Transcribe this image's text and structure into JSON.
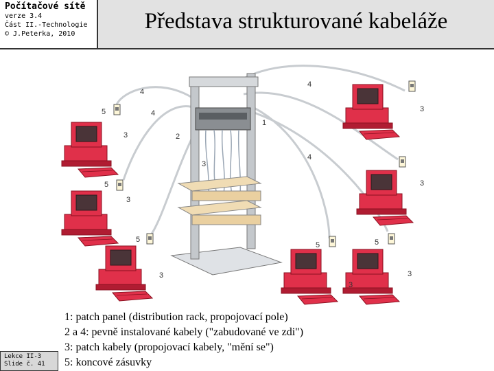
{
  "header": {
    "course_title": "Počítačové sítě",
    "version": "verze 3.4",
    "part": "Část II.-Technologie",
    "copyright": "© J.Peterka, 2010",
    "slide_title": "Představa strukturované kabeláže"
  },
  "footer": {
    "lecture": "Lekce II-3",
    "slide": "Slide č. 41"
  },
  "legend": [
    "1: patch panel (distribution rack, propojovací pole)",
    "2 a 4: pevně instalované kabely (\"zabudované ve zdi\")",
    "3: patch kabely (propojovací kabely, \"mění se\")",
    "5: koncové zásuvky"
  ],
  "diagram_labels": {
    "one": "1",
    "two": "2",
    "three": "3",
    "four": "4",
    "five": "5"
  },
  "colors": {
    "computer_red": "#e0304a",
    "computer_dark": "#b01c32",
    "rack_gray": "#c4c8cc",
    "shelf_tan": "#f0dcb4",
    "cable": "#c8ccd0",
    "title_bar": "#e2e2e2"
  }
}
